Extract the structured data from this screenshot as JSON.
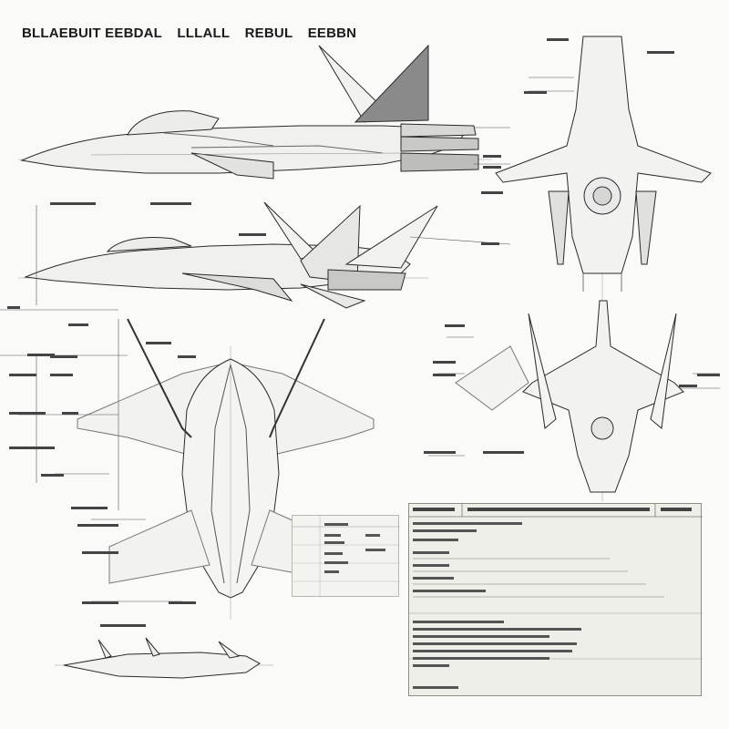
{
  "title": {
    "parts": [
      "BLLAEBUIT EEBDAL",
      "LLLALL",
      "REBUL",
      "EEBBN"
    ]
  },
  "colors": {
    "ink": "#2a2a2a",
    "panel_fill": "#efefea",
    "fin_fill": "#8a8a8a",
    "paper": "#fafaf9"
  },
  "drawings": [
    {
      "name": "side-profile-view"
    },
    {
      "name": "side-profile-view-secondary"
    },
    {
      "name": "top-plan-view"
    },
    {
      "name": "front-view"
    },
    {
      "name": "rear-view"
    },
    {
      "name": "small-side-view"
    }
  ]
}
